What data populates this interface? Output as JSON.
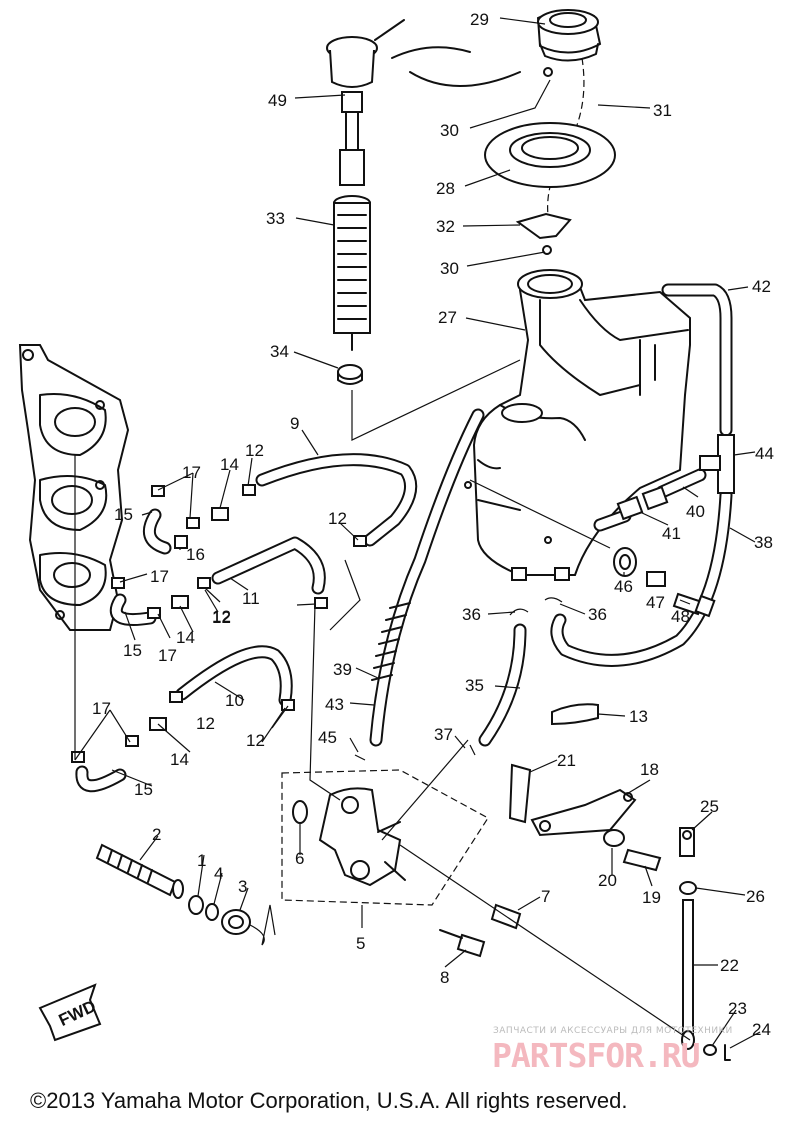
{
  "callouts": [
    "29",
    "49",
    "30",
    "31",
    "28",
    "33",
    "32",
    "30",
    "42",
    "27",
    "34",
    "9",
    "12",
    "44",
    "17",
    "14",
    "40",
    "12",
    "38",
    "15",
    "16",
    "41",
    "17",
    "11",
    "12",
    "46",
    "47",
    "48",
    "15",
    "17",
    "14",
    "12",
    "36",
    "36",
    "39",
    "35",
    "13",
    "43",
    "10",
    "17",
    "12",
    "14",
    "12",
    "45",
    "37",
    "21",
    "18",
    "15",
    "25",
    "2",
    "6",
    "1",
    "4",
    "20",
    "19",
    "26",
    "3",
    "7",
    "5",
    "22",
    "8",
    "23",
    "24"
  ],
  "fwd_label": "FWD",
  "watermark": {
    "small": "ЗАПЧАСТИ И АКСЕССУАРЫ ДЛЯ МОТОТЕХНИКИ",
    "big": "PARTSFOR.RU"
  },
  "copyright": "©2013 Yamaha Motor Corporation, U.S.A. All rights reserved."
}
